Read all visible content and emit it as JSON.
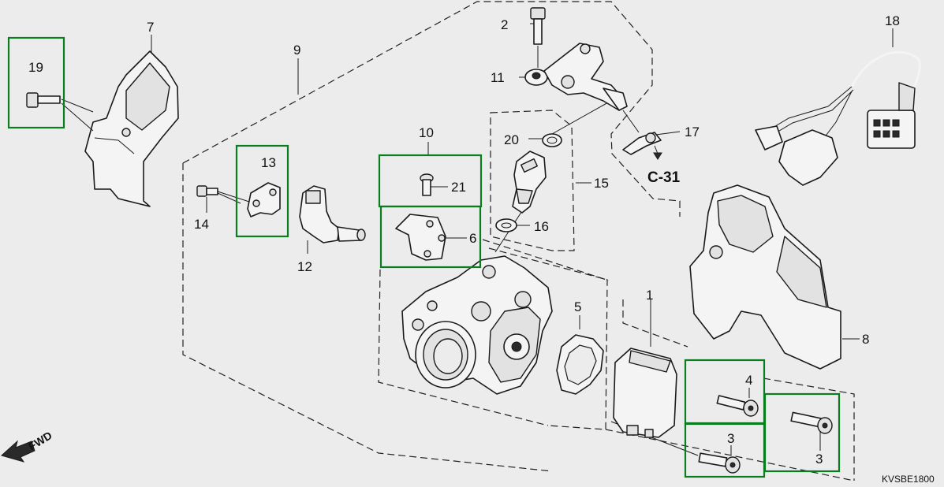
{
  "callouts": {
    "p1": "1",
    "p2": "2",
    "p3a": "3",
    "p3b": "3",
    "p4": "4",
    "p5": "5",
    "p6": "6",
    "p7": "7",
    "p8": "8",
    "p9": "9",
    "p10": "10",
    "p11": "11",
    "p12": "12",
    "p13": "13",
    "p14": "14",
    "p15": "15",
    "p16": "16",
    "p17": "17",
    "p18": "18",
    "p19": "19",
    "p20": "20",
    "p21": "21"
  },
  "reference": "C-31",
  "direction": "FWD",
  "diagram_code": "KVSBE1800",
  "colors": {
    "highlight": "#0a7d1e",
    "background": "#ececec",
    "line": "#1a1a1a"
  }
}
